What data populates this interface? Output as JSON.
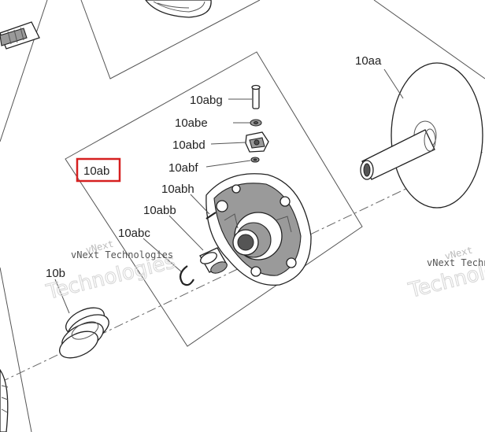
{
  "callouts": {
    "aa": "10aa",
    "abg": "10abg",
    "abe": "10abe",
    "abd": "10abd",
    "abf": "10abf",
    "ab": "10ab",
    "abh": "10abh",
    "abb": "10abb",
    "abc": "10abc",
    "b": "10b"
  },
  "watermark": {
    "brand_short": "vNext",
    "brand_long": "vNext Technologies",
    "word": "Technologies"
  },
  "colors": {
    "highlight_box": "#d62020",
    "line": "#555555",
    "text": "#222222"
  }
}
